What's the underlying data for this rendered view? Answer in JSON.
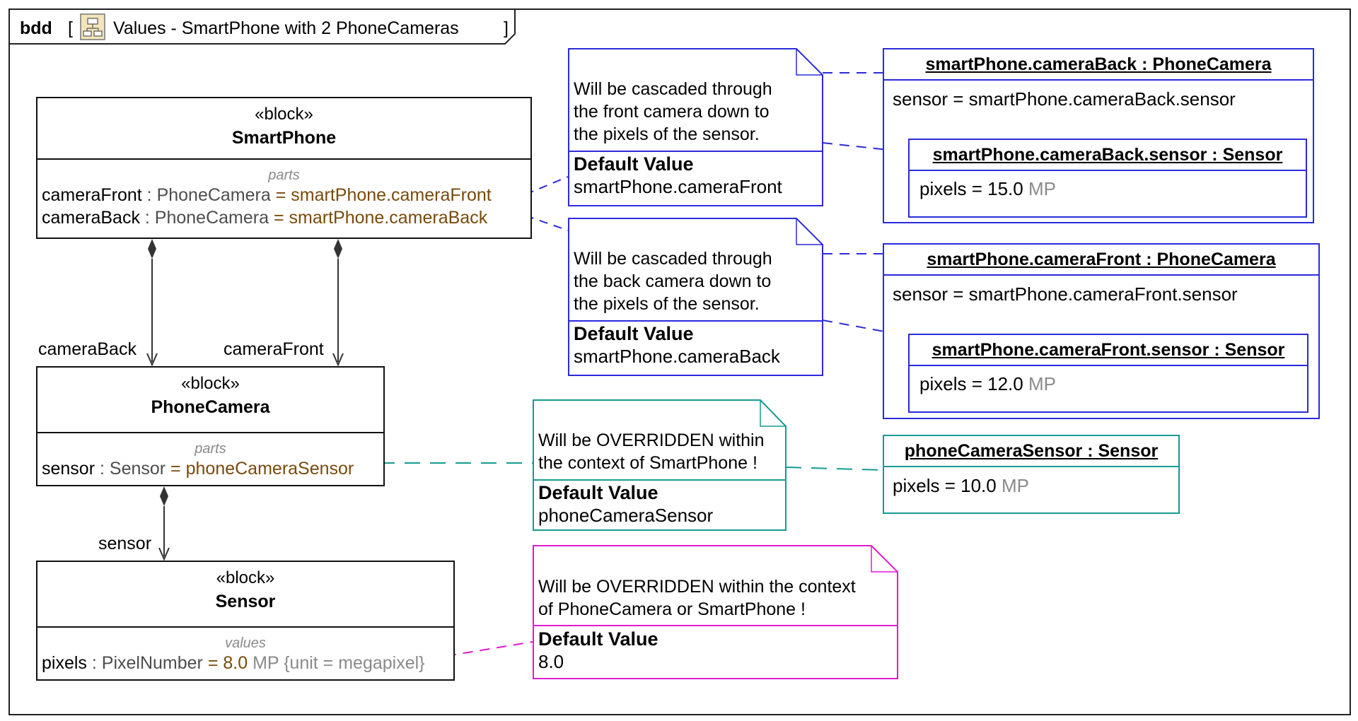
{
  "diagram": {
    "kind": "bdd",
    "title_open": "[",
    "title": "Values - SmartPhone with 2  PhoneCameras",
    "title_close": "]",
    "icon": "package-diagram-icon"
  },
  "blocks": {
    "smartphone": {
      "stereotype": "«block»",
      "name": "SmartPhone",
      "compartment": "parts",
      "props": [
        {
          "name": "cameraFront",
          "type": ": PhoneCamera",
          "eq": " = ",
          "value": "smartPhone.cameraFront"
        },
        {
          "name": "cameraBack",
          "type": ": PhoneCamera",
          "eq": " = ",
          "value": "smartPhone.cameraBack"
        }
      ]
    },
    "phonecamera": {
      "stereotype": "«block»",
      "name": "PhoneCamera",
      "compartment": "parts",
      "props": [
        {
          "name": "sensor",
          "type": ": Sensor",
          "eq": " = ",
          "value": "phoneCameraSensor"
        }
      ]
    },
    "sensor": {
      "stereotype": "«block»",
      "name": "Sensor",
      "compartment": "values",
      "props": [
        {
          "name": "pixels",
          "type": ": PixelNumber",
          "eq": " = ",
          "value": "8.0",
          "unit": " MP {unit = megapixel}"
        }
      ]
    }
  },
  "roles": {
    "camera_back": "cameraBack",
    "camera_front": "cameraFront",
    "sensor": "sensor"
  },
  "notes": [
    {
      "text": [
        "Will be cascaded through",
        "the front camera down to",
        "the pixels of the sensor."
      ],
      "dv_title": "Default Value",
      "dv_value": "smartPhone.cameraFront",
      "color": "#2b2bdc"
    },
    {
      "text": [
        "Will be cascaded through",
        "the back camera down to",
        "the pixels of the sensor."
      ],
      "dv_title": "Default Value",
      "dv_value": "smartPhone.cameraBack",
      "color": "#2b2bdc"
    },
    {
      "text": [
        "Will be OVERRIDDEN within",
        "the context of SmartPhone !"
      ],
      "dv_title": "Default Value",
      "dv_value": "phoneCameraSensor",
      "color": "#159a91"
    },
    {
      "text": [
        "Will be OVERRIDDEN within the context",
        "of PhoneCamera or SmartPhone !"
      ],
      "dv_title": "Default Value",
      "dv_value": "8.0",
      "color": "#e01ad0"
    }
  ],
  "instances": {
    "camera_back": {
      "title": "smartPhone.cameraBack : PhoneCamera",
      "slot": "sensor = smartPhone.cameraBack.sensor"
    },
    "camera_back_sensor": {
      "title": "smartPhone.cameraBack.sensor : Sensor",
      "slot_value": "pixels = 15.0",
      "slot_unit": " MP"
    },
    "camera_front": {
      "title": "smartPhone.cameraFront : PhoneCamera",
      "slot": "sensor = smartPhone.cameraFront.sensor"
    },
    "camera_front_sensor": {
      "title": "smartPhone.cameraFront.sensor : Sensor",
      "slot_value": "pixels = 12.0",
      "slot_unit": " MP"
    },
    "phone_camera_sensor": {
      "title": "phoneCameraSensor : Sensor",
      "slot_value": "pixels = 10.0",
      "slot_unit": " MP"
    }
  },
  "colors": {
    "blue": "#2b2bdc",
    "teal": "#159a91",
    "magenta": "#e01ad0",
    "value_brown": "#7a4a0b",
    "muted_gray": "#8a8a8a"
  }
}
